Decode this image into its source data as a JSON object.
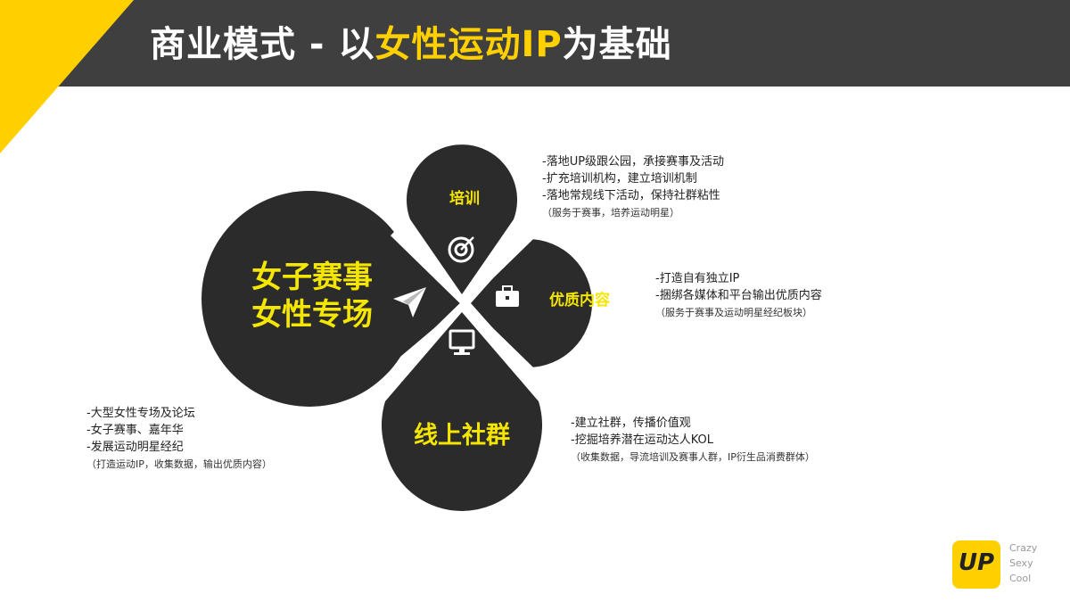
{
  "header": {
    "title_prefix": "商业模式 - 以",
    "title_highlight": "女性运动IP",
    "title_suffix": "为基础"
  },
  "colors": {
    "header_bg": "#3f3f3f",
    "accent_yellow": "#ffd000",
    "petal_dark": "#2b2b2b",
    "label_yellow": "#f5e600"
  },
  "diagram": {
    "main_label_line1": "女子赛事",
    "main_label_line2": "女性专场",
    "top_label": "培训",
    "right_label": "优质内容",
    "bottom_label": "线上社群",
    "icons": [
      "paper-plane-icon",
      "target-icon",
      "briefcase-icon",
      "monitor-icon"
    ]
  },
  "notes": {
    "top": [
      "-落地UP级跟公园，承接赛事及活动",
      "-扩充培训机构，建立培训机制",
      "-落地常规线下活动，保持社群粘性",
      "（服务于赛事，培养运动明星）"
    ],
    "right": [
      "-打造自有独立IP",
      "-捆绑各媒体和平台输出优质内容",
      "（服务于赛事及运动明星经纪板块）"
    ],
    "bottom": [
      "-建立社群，传播价值观",
      "-挖掘培养潜在运动达人KOL",
      "（收集数据，导流培训及赛事人群，IP衍生品消费群体）"
    ],
    "left": [
      "-大型女性专场及论坛",
      "-女子赛事、嘉年华",
      "-发展运动明星经纪",
      "（打造运动IP，收集数据，输出优质内容）"
    ]
  },
  "logo": {
    "mark": "UP",
    "tagline_1": "Crazy",
    "tagline_2": "Sexy",
    "tagline_3": "Cool"
  }
}
